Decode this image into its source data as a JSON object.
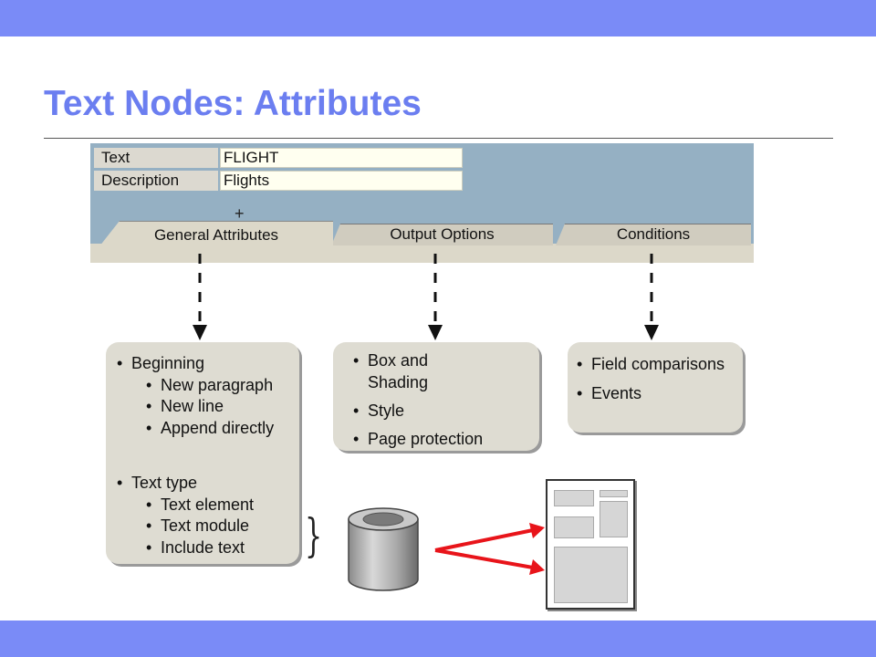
{
  "slide": {
    "title": "Text Nodes: Attributes"
  },
  "sap_screen": {
    "fields": [
      {
        "label": "Text",
        "value": "FLIGHT"
      },
      {
        "label": "Description",
        "value": "Flights"
      }
    ],
    "cursor_glyph": "+",
    "tabs": [
      {
        "label": "General Attributes",
        "active": true
      },
      {
        "label": "Output Options",
        "active": false
      },
      {
        "label": "Conditions",
        "active": false
      }
    ]
  },
  "general_attributes_box": {
    "item1": "Beginning",
    "item1_subs": [
      "New paragraph",
      "New line",
      "Append directly"
    ],
    "item2": "Text type",
    "item2_subs": [
      "Text element",
      "Text module",
      "Include text"
    ]
  },
  "output_options_box": {
    "item1_line1": "Box and",
    "item1_line2": "Shading",
    "item2": "Style",
    "item3": "Page protection"
  },
  "conditions_box": {
    "item1": "Field comparisons",
    "item2": "Events"
  },
  "graphic": {
    "brace_glyph": "}",
    "arrow_color": "#e8141a",
    "database_icon": "database-cylinder-icon",
    "document_icon": "document-layout-icon"
  }
}
